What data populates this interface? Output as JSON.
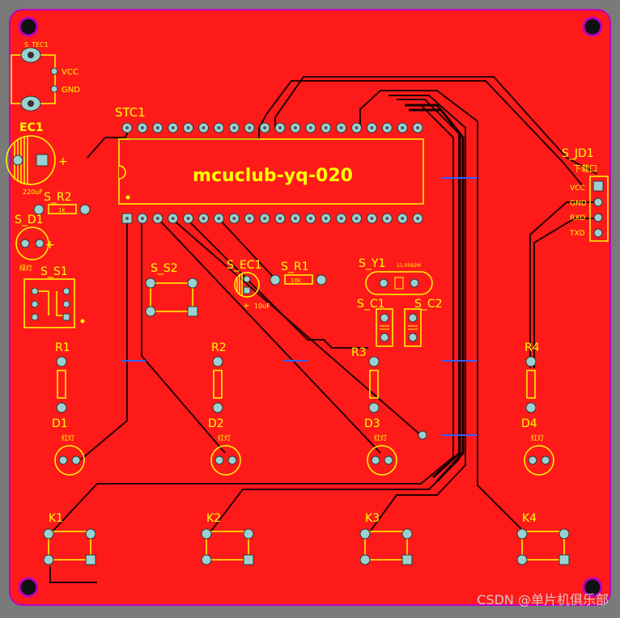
{
  "board": {
    "title": "mcuclub-yq-020",
    "colors": {
      "background": "#7a7a7a",
      "copper": "#ff1a1a",
      "outline": "#c000c0",
      "silk": "#ffff00",
      "trace": "#1a0000",
      "pad": "#9ad0d0"
    }
  },
  "components": {
    "s_tec1": {
      "ref": "S_TEC1",
      "vcc": "VCC",
      "gnd": "GND"
    },
    "ec1": {
      "ref": "EC1",
      "value": "220uF"
    },
    "s_r2": {
      "ref": "S_R2",
      "value": "1k"
    },
    "s_d1": {
      "ref": "S_D1",
      "note": "绿灯"
    },
    "s_s1": {
      "ref": "S_S1"
    },
    "stc1": {
      "ref": "STC1"
    },
    "s_s2": {
      "ref": "S_S2"
    },
    "s_ec1": {
      "ref": "S_EC1",
      "value": "10uF"
    },
    "s_r1": {
      "ref": "S_R1",
      "value": "10k"
    },
    "s_y1": {
      "ref": "S_Y1",
      "value": "11.0592M"
    },
    "s_c1": {
      "ref": "S_C1"
    },
    "s_c2": {
      "ref": "S_C2"
    },
    "s_jd1": {
      "ref": "S_JD1",
      "note": "下载口",
      "pins": [
        "VCC",
        "GND",
        "RXD",
        "TXD"
      ]
    },
    "r1": {
      "ref": "R1"
    },
    "r2": {
      "ref": "R2"
    },
    "r3": {
      "ref": "R3"
    },
    "r4": {
      "ref": "R4"
    },
    "d1": {
      "ref": "D1",
      "note": "红灯"
    },
    "d2": {
      "ref": "D2",
      "note": "红灯"
    },
    "d3": {
      "ref": "D3",
      "note": "红灯"
    },
    "d4": {
      "ref": "D4",
      "note": "红灯"
    },
    "k1": {
      "ref": "K1"
    },
    "k2": {
      "ref": "K2"
    },
    "k3": {
      "ref": "K3"
    },
    "k4": {
      "ref": "K4"
    }
  },
  "watermark": "CSDN @单片机俱乐部"
}
